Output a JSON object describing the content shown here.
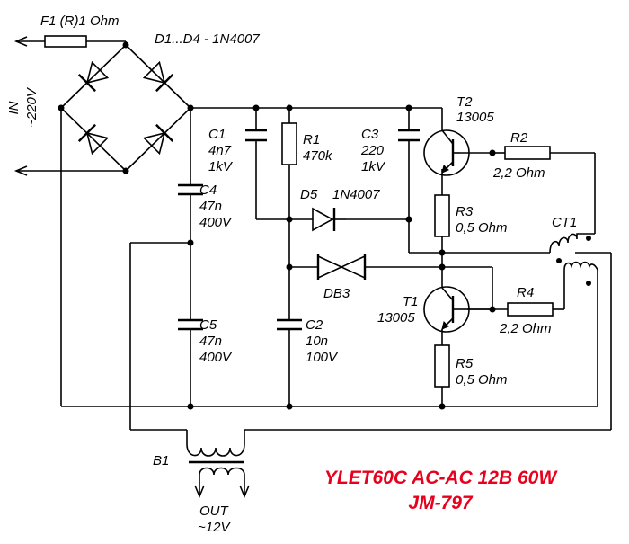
{
  "title": {
    "line1": "YLET60C AC-AC 12B 60W",
    "line2": "JM-797",
    "color": "#e8001c"
  },
  "labels": {
    "fuse": "F1 (R)1 Ohm",
    "bridge": "D1...D4 - 1N4007",
    "input_line1": "IN",
    "input_line2": "~220V",
    "c1": [
      "C1",
      "4n7",
      "1kV"
    ],
    "r1": [
      "R1",
      "470k"
    ],
    "c3": [
      "C3",
      "220",
      "1kV"
    ],
    "t2": [
      "T2",
      "13005"
    ],
    "r2": [
      "R2",
      "2,2 Ohm"
    ],
    "c4": [
      "C4",
      "47n",
      "400V"
    ],
    "d5": [
      "D5",
      "1N4007"
    ],
    "r3": [
      "R3",
      "0,5 Ohm"
    ],
    "ct1": "CT1",
    "db3": "DB3",
    "t1": [
      "T1",
      "13005"
    ],
    "r4": [
      "R4",
      "2,2 Ohm"
    ],
    "c5": [
      "C5",
      "47n",
      "400V"
    ],
    "c2": [
      "C2",
      "10n",
      "100V"
    ],
    "r5": [
      "R5",
      "0,5 Ohm"
    ],
    "b1": "B1",
    "output_line1": "OUT",
    "output_line2": "~12V"
  }
}
